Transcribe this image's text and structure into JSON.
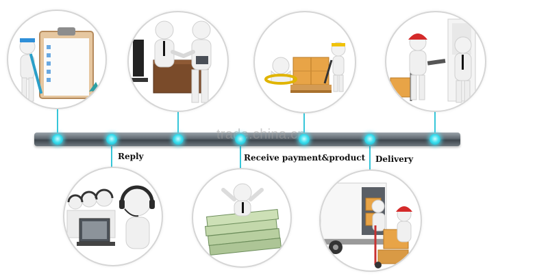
{
  "labels": {
    "reply": "Reply",
    "receive": "Receive payment&product",
    "delivery": "Delivery"
  },
  "watermark": "trade.china.cn",
  "colors": {
    "connector": "#35c6d9",
    "dot_glow": "#3fe0ef",
    "bar": "#5f6870"
  },
  "icons": [
    "clipboard-order-icon",
    "handshake-office-icon",
    "forklift-pallet-icon",
    "courier-door-delivery-icon",
    "call-center-headset-icon",
    "money-stack-icon",
    "truck-loading-icon"
  ]
}
